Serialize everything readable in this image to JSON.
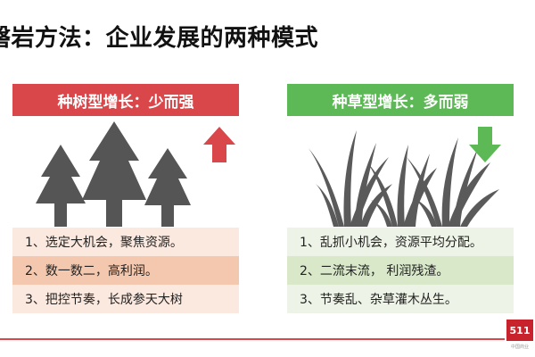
{
  "title": "磐岩方法：企业发展的两种模式",
  "left_panel": {
    "header": "种树型增长：少而强",
    "items": [
      "1、选定大机会，聚焦资源。",
      "2、数一数二，高利润。",
      "3、把控节奏，长成参天大树"
    ],
    "arrow": "up-arrow-icon",
    "accent": "#d9474b"
  },
  "right_panel": {
    "header": "种草型增长：多而弱",
    "items": [
      "1、乱抓小机会，资源平均分配。",
      "2、二流末流，  利润残渣。",
      "3、节奏乱、杂草灌木丛生。"
    ],
    "arrow": "down-arrow-icon",
    "accent": "#5db856"
  },
  "logo": {
    "text": "511",
    "caption": "中国商业"
  }
}
